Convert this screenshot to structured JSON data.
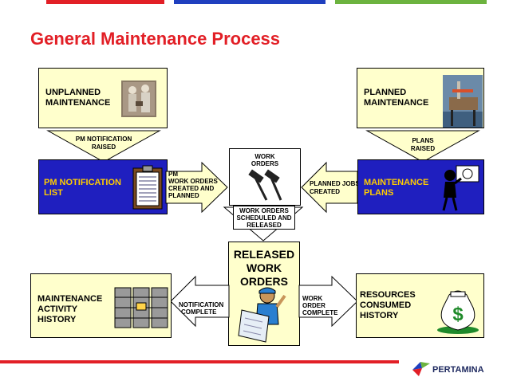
{
  "title": "General Maintenance Process",
  "colors": {
    "title": "#e21f26",
    "bar_red": "#e21f26",
    "bar_blue": "#1f3fbf",
    "bar_green": "#6cb33f",
    "cream_box": "#ffffcc",
    "blue_box": "#1f1fbf",
    "blue_box_text": "#ffcc00"
  },
  "nodes": {
    "unplanned": [
      "UNPLANNED",
      "MAINTENANCE"
    ],
    "planned": [
      "PLANNED",
      "MAINTENANCE"
    ],
    "pm_list": [
      "PM NOTIFICATION",
      "LIST"
    ],
    "maint_plans": [
      "MAINTENANCE",
      "PLANS"
    ],
    "released": [
      "RELEASED",
      "WORK",
      "ORDERS"
    ],
    "history": [
      "MAINTENANCE",
      "ACTIVITY",
      "HISTORY"
    ],
    "resources": [
      "RESOURCES",
      "CONSUMED",
      "HISTORY"
    ]
  },
  "edges": {
    "pm_notification_raised": [
      "PM NOTIFICATION",
      "RAISED"
    ],
    "plans_raised": [
      "PLANS",
      "RAISED"
    ],
    "pm_work_orders": [
      "PM",
      "WORK ORDERS",
      "CREATED AND",
      "PLANNED"
    ],
    "planned_jobs": [
      "PLANNED JOBS",
      "CREATED"
    ],
    "work_orders_label": [
      "WORK",
      "ORDERS"
    ],
    "scheduled": [
      "WORK ORDERS",
      "SCHEDULED AND",
      "RELEASED"
    ],
    "notification_complete": [
      "NOTIFICATION",
      "COMPLETE"
    ],
    "work_order_complete": [
      "WORK",
      "ORDER",
      "COMPLETE"
    ]
  },
  "logo": {
    "text": "PERTAMINA"
  },
  "icons": {
    "workers": "workers-photo-icon",
    "platform": "offshore-platform-icon",
    "clipboard": "clipboard-icon",
    "planner": "planner-figure-icon",
    "hammer": "hammers-icon",
    "worker_plan": "worker-reading-plan-icon",
    "cabinet": "filing-cabinet-icon",
    "money": "money-bag-icon",
    "logo": "pertamina-logo-icon"
  }
}
